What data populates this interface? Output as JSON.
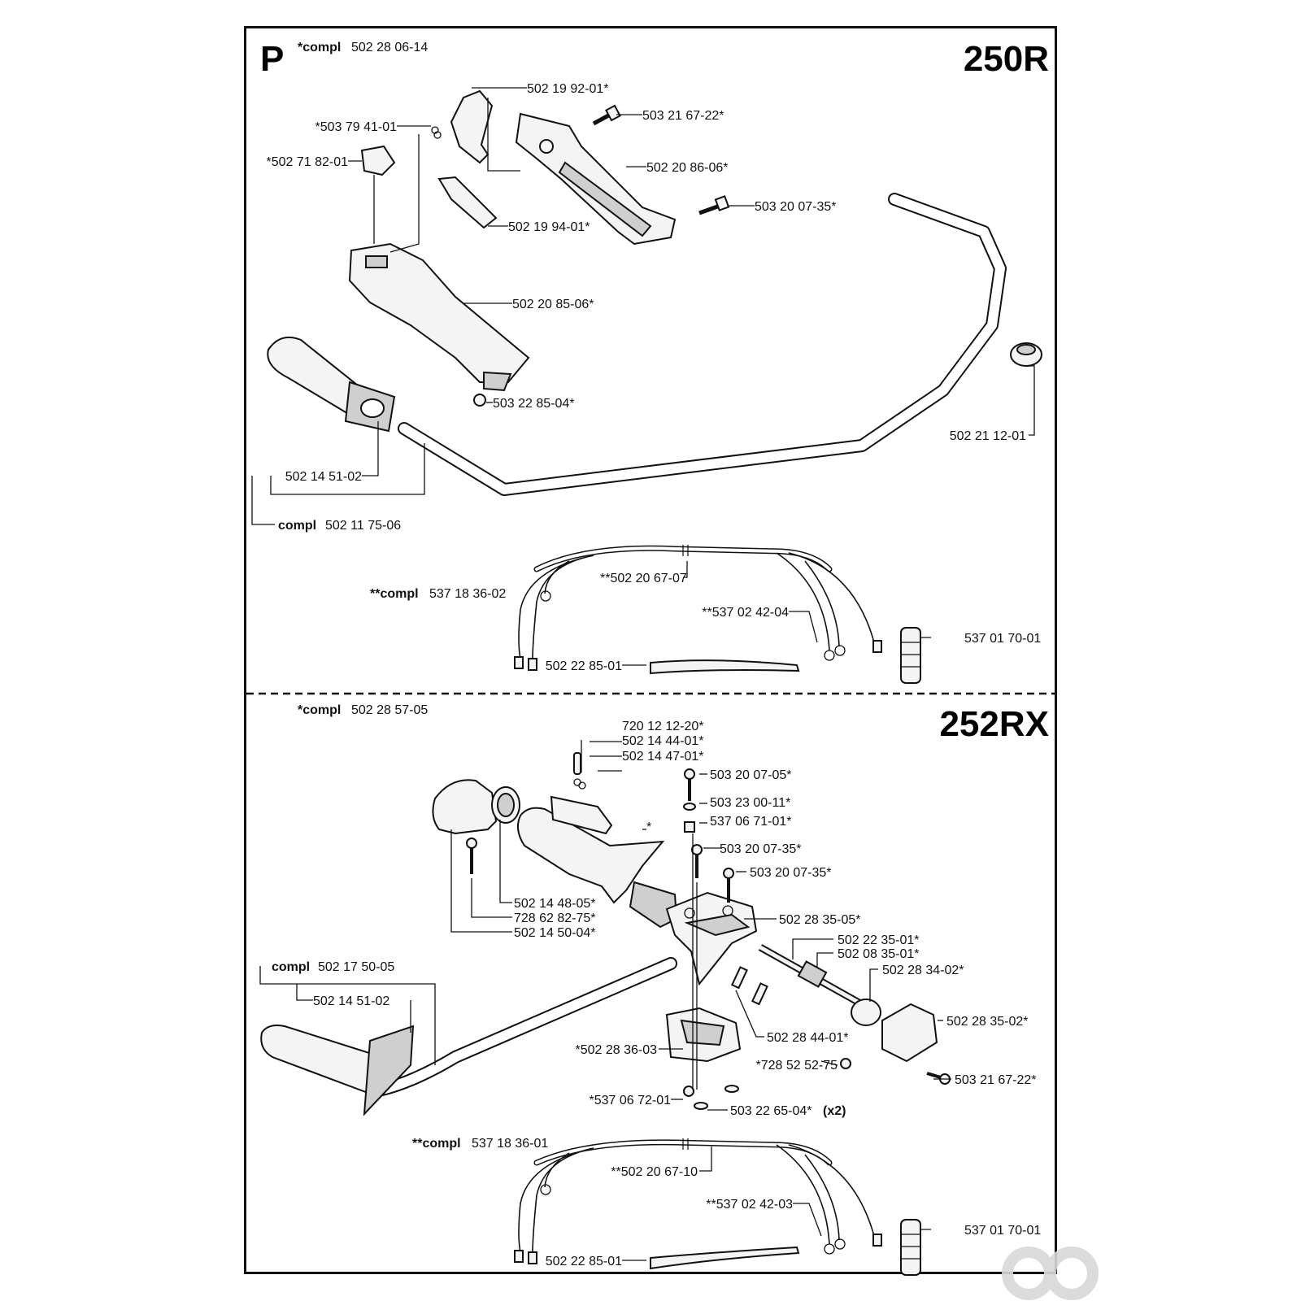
{
  "sections": [
    {
      "model": "250R",
      "section_letter": "P",
      "compl_label": "*compl",
      "compl_number": "502 28 06-14",
      "parts": [
        {
          "text": "502 19 92-01*"
        },
        {
          "text": "503 21 67-22*"
        },
        {
          "text": "*503 79 41-01"
        },
        {
          "text": "*502 71 82-01"
        },
        {
          "text": "502 20 86-06*"
        },
        {
          "text": "503 20 07-35*"
        },
        {
          "text": "502 19 94-01*"
        },
        {
          "text": "502 20 85-06*"
        },
        {
          "text": "503 22 85-04*"
        },
        {
          "text": "502 21 12-01"
        },
        {
          "text": "502 14 51-02"
        },
        {
          "text": "502 11 75-06",
          "prefix": "compl"
        },
        {
          "text": "537 18 36-02",
          "prefix": "**compl"
        },
        {
          "text": "**502 20 67-07"
        },
        {
          "text": "**537 02 42-04"
        },
        {
          "text": "537 01 70-01"
        },
        {
          "text": "502 22 85-01"
        }
      ]
    },
    {
      "model": "252RX",
      "compl_label": "*compl",
      "compl_number": "502 28 57-05",
      "parts": [
        {
          "text": "720 12 12-20*"
        },
        {
          "text": "502 14 44-01*"
        },
        {
          "text": "502 14 47-01*"
        },
        {
          "text": "503 20 07-05*"
        },
        {
          "text": "503 23 00-11*"
        },
        {
          "text": "537 06 71-01*"
        },
        {
          "text": "*"
        },
        {
          "text": "503 20 07-35*"
        },
        {
          "text": "503 20 07-35*"
        },
        {
          "text": "502 28 35-05*"
        },
        {
          "text": "502 14 48-05*"
        },
        {
          "text": "728 62 82-75*"
        },
        {
          "text": "502 14 50-04*"
        },
        {
          "text": "502 22 35-01*"
        },
        {
          "text": "502 08 35-01*"
        },
        {
          "text": "502 28 34-02*"
        },
        {
          "text": "502 17 50-05",
          "prefix": "compl"
        },
        {
          "text": "502 14 51-02"
        },
        {
          "text": "502 28 44-01*"
        },
        {
          "text": "502 28 35-02*"
        },
        {
          "text": "*502 28 36-03"
        },
        {
          "text": "*728 52 52-75"
        },
        {
          "text": "503 21 67-22*"
        },
        {
          "text": "*537 06 72-01"
        },
        {
          "text": "503 22 65-04*",
          "suffix": "(x2)"
        },
        {
          "text": "537 18 36-01",
          "prefix": "**compl"
        },
        {
          "text": "**502 20 67-10"
        },
        {
          "text": "**537 02 42-03"
        },
        {
          "text": "537 01 70-01"
        },
        {
          "text": "502 22 85-01"
        }
      ]
    }
  ]
}
